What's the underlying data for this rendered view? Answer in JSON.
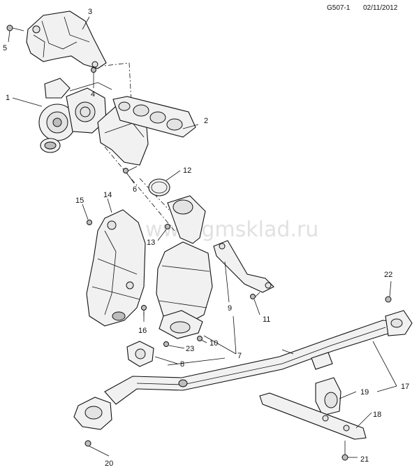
{
  "header": {
    "code": "G507-1",
    "date": "02/11/2012"
  },
  "watermark": "www.gmsklad.ru",
  "callouts": {
    "c1": "1",
    "c2": "2",
    "c3": "3",
    "c4": "4",
    "c5": "5",
    "c6": "6",
    "c7": "7",
    "c8": "8",
    "c9": "9",
    "c10": "10",
    "c11": "11",
    "c12": "12",
    "c13": "13",
    "c14": "14",
    "c15": "15",
    "c16": "16",
    "c17": "17",
    "c18": "18",
    "c19": "19",
    "c20": "20",
    "c21": "21",
    "c22": "22",
    "c23": "23"
  }
}
